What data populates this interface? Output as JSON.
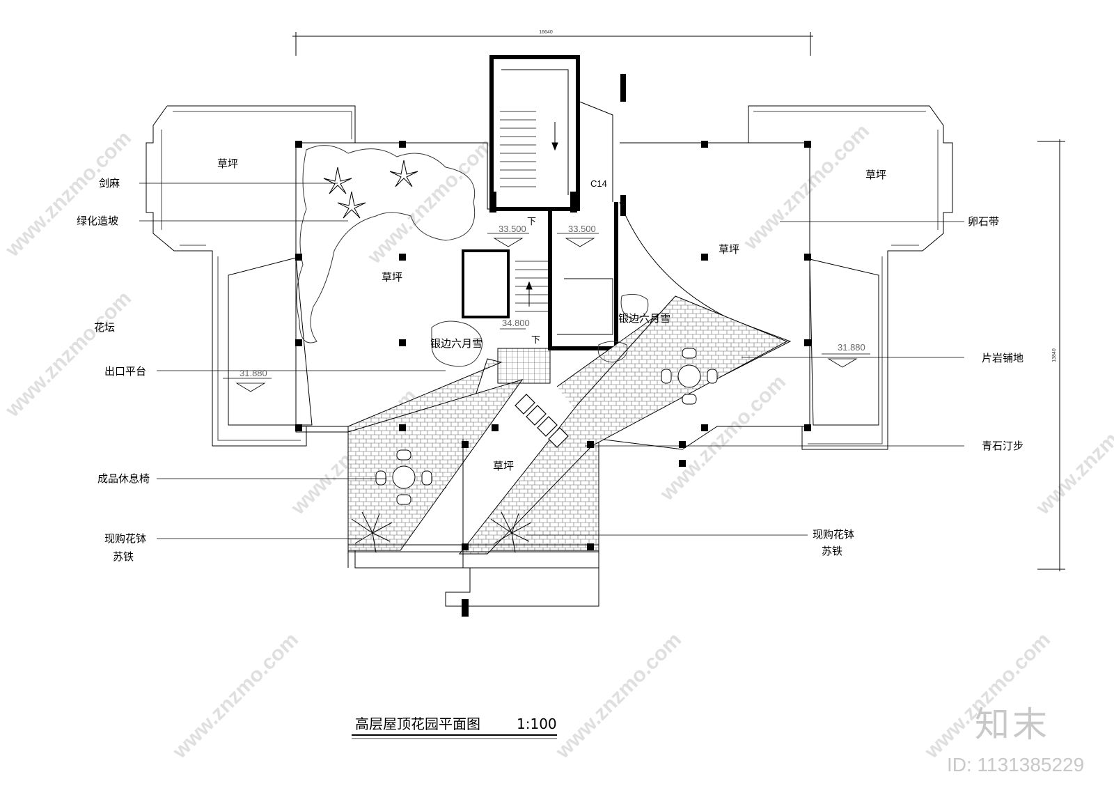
{
  "labels": {
    "jianma": "剑麻",
    "lvhua_zaopo": "绿化造坡",
    "huatan": "花坛",
    "chukou_pingtai": "出口平台",
    "chengpin_xiuxiyi": "成品休息椅",
    "xiangou_huabo_left": "现购花钵",
    "sutie_left": "苏铁",
    "luanshidai": "卵石带",
    "pianyan_pudi": "片岩铺地",
    "qingshi_tingbu": "青石汀步",
    "xiangou_huabo_right": "现购花钵",
    "sutie_right": "苏铁"
  },
  "plan_text": {
    "caoping_1": "草坪",
    "caoping_2": "草坪",
    "caoping_3": "草坪",
    "caoping_4": "草坪",
    "caoping_5": "草坪",
    "yinbian_1": "银边六月雪",
    "yinbian_2": "银边六月雪",
    "elev_33500_a": "33.500",
    "elev_33500_b": "33.500",
    "elev_34800": "34.800",
    "elev_31880_a": "31.880",
    "elev_31880_b": "31.880",
    "c14": "C14",
    "down_1": "下",
    "down_2": "下"
  },
  "dimensions": {
    "top_width": "16640",
    "right_height": "13840"
  },
  "title": {
    "text": "高层屋顶花园平面图",
    "scale": "1:100"
  },
  "watermark": {
    "url": "www.znzmo.com",
    "brand": "知末",
    "id_label": "ID: 1131385229"
  }
}
